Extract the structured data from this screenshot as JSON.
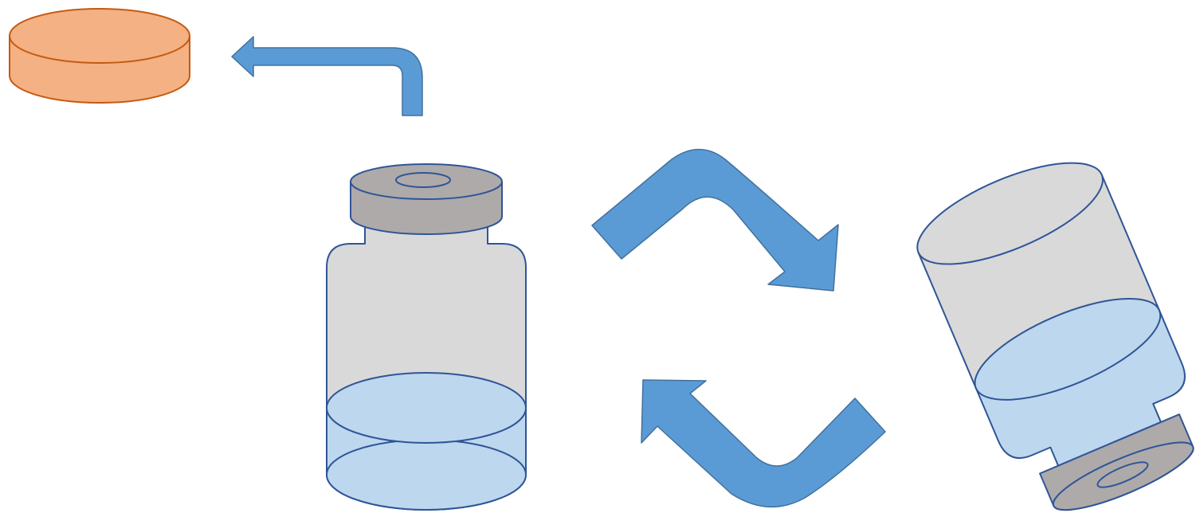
{
  "colors": {
    "background": "#ffffff",
    "arrow_fill": "#5b9bd5",
    "arrow_stroke": "#41719c",
    "vial_glass": "#d9d9d9",
    "vial_outline": "#2f5597",
    "liquid": "#bdd7ee",
    "crimp_cap": "#aeaaaa",
    "flip_cap_fill": "#f4b183",
    "flip_cap_stroke": "#c55a11"
  },
  "diagram": {
    "elements": [
      {
        "id": "flip-off-cap",
        "shape": "disc",
        "color_key": "flip_cap_fill"
      },
      {
        "id": "cap-removal-arrow",
        "shape": "bent-arrow",
        "direction": "up-then-left"
      },
      {
        "id": "upright-vial",
        "shape": "vial",
        "orientation": "upright",
        "has_liquid": true
      },
      {
        "id": "tilt-arrow",
        "shape": "curved-arrow",
        "direction": "right-down"
      },
      {
        "id": "return-arrow",
        "shape": "curved-arrow",
        "direction": "left-up"
      },
      {
        "id": "inverted-vial",
        "shape": "vial",
        "orientation": "inverted-tilted",
        "has_liquid": true
      }
    ]
  }
}
